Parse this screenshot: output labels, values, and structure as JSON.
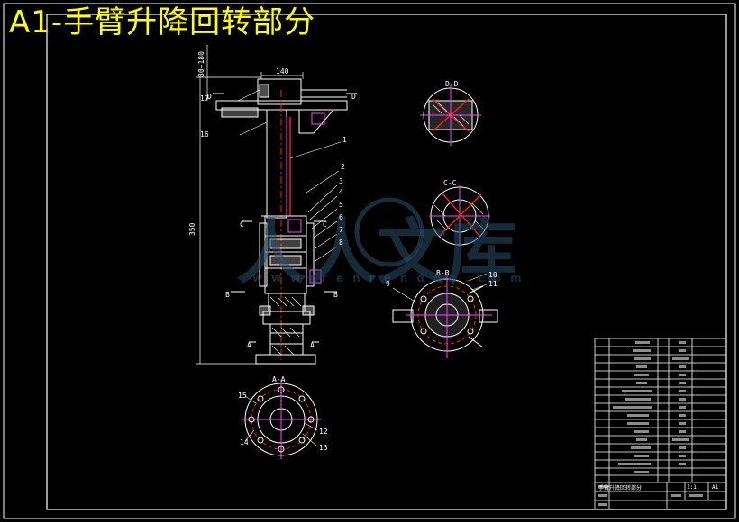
{
  "title": "A1-手臂升降回转部分",
  "views": {
    "dd": "D-D",
    "cc": "C-C",
    "bb": "B-B",
    "aa": "A-A"
  },
  "dims": {
    "d140": "140",
    "d350": "350",
    "top_range": "80~180",
    "left_a": "A",
    "right_a": "A",
    "left_b": "B",
    "right_b": "B",
    "left_c": "C",
    "right_c": "C",
    "left_d": "D",
    "right_d": "D"
  },
  "parts": {
    "p1": "1",
    "p2": "2",
    "p3": "3",
    "p4": "4",
    "p5": "5",
    "p6": "6",
    "p7": "7",
    "p8": "8",
    "p9": "9",
    "p10": "10",
    "p11": "11",
    "p12": "12",
    "p13": "13",
    "p14": "14",
    "p15": "15",
    "p16": "16",
    "p17": "17"
  },
  "watermark": {
    "logo": "人人文库",
    "url": "www.renrendoc.com"
  },
  "title_block": {
    "drawing_name": "手臂升降回转部分",
    "scale": "1:1",
    "sheet": "A1"
  },
  "colors": {
    "background": "#000000",
    "frame": "#ffffff",
    "title": "#ffff00",
    "part": "#ffffff",
    "red": "#ff2020",
    "magenta": "#ff40ff",
    "cyan": "#00c8ff",
    "green": "#30ff30",
    "watermark": "#2a4d66"
  }
}
